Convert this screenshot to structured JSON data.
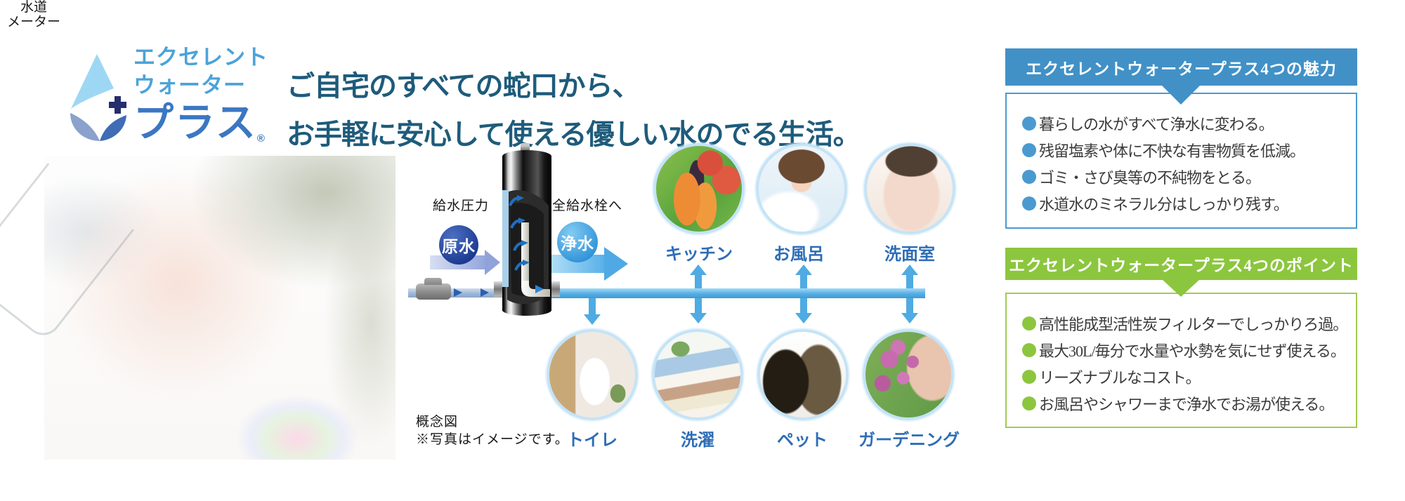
{
  "brand": {
    "name_line1": "エクセレント",
    "name_line2": "ウォーター",
    "name_line3": "プラス",
    "registered_mark": "®"
  },
  "headline": {
    "line1": "ご自宅のすべての蛇口から、",
    "line2": "お手軽に安心して使える優しい水のでる生活。"
  },
  "diagram": {
    "supply_pressure_label": "給水圧力",
    "raw_water_label": "原水",
    "to_all_faucets_label": "全給水栓へ",
    "purified_water_label": "浄水",
    "water_meter_line1": "水道",
    "water_meter_line2": "メーター",
    "schematic_label": "概念図",
    "photo_disclaimer": "※写真はイメージです。",
    "destinations_top": [
      {
        "label": "キッチン",
        "photo": "vegetables-photo"
      },
      {
        "label": "お風呂",
        "photo": "child-bath-photo"
      },
      {
        "label": "洗面室",
        "photo": "face-washing-photo"
      }
    ],
    "destinations_bottom": [
      {
        "label": "トイレ",
        "photo": "toilet-photo"
      },
      {
        "label": "洗濯",
        "photo": "towels-photo"
      },
      {
        "label": "ペット",
        "photo": "puppy-kitten-photo"
      },
      {
        "label": "ガーデニング",
        "photo": "gardening-photo"
      }
    ]
  },
  "panels": {
    "appeal": {
      "title": "エクセレントウォータープラス4つの魅力",
      "accent_color": "#4191c7",
      "items": [
        "暮らしの水がすべて浄水に変わる。",
        "残留塩素や体に不快な有害物質を低減。",
        "ゴミ・さび臭等の不純物をとる。",
        "水道水のミネラル分はしっかり残す。"
      ]
    },
    "points": {
      "title": "エクセレントウォータープラス4つのポイント",
      "accent_color": "#8cc63e",
      "items": [
        "高性能成型活性炭フィルターでしっかりろ過。",
        "最大30L/毎分で水量や水勢を気にせず使える。",
        "リーズナブルなコスト。",
        "お風呂やシャワーまで浄水でお湯が使える。"
      ]
    }
  },
  "colors": {
    "headline_teal": "#1e5b7b",
    "logo_light_blue": "#4ba3d9",
    "logo_deep_blue": "#3b77c2",
    "logo_plus_navy": "#252e6e",
    "pipe_blue": "#55aee4",
    "arrow_blue": "#4fabe2",
    "raw_water_navy": "#1b3b91",
    "purified_blue": "#2e92d8",
    "destination_label_blue": "#2e6db6",
    "appeal_blue": "#4191c7",
    "points_green": "#8cc63e"
  }
}
